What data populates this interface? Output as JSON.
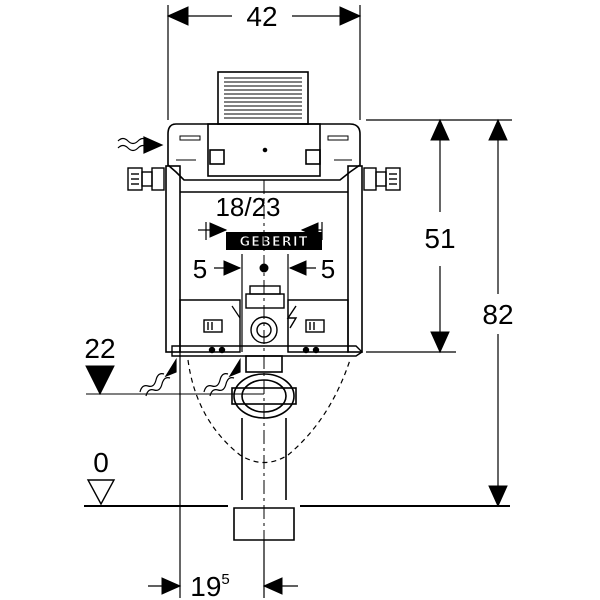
{
  "diagram": {
    "brand": "GEBERIT",
    "dimensions": {
      "width_top": "42",
      "fixture_spacing": "18/23",
      "offset_left": "5",
      "offset_right": "5",
      "frame_height": "51",
      "total_height": "82",
      "inlet_level": "22",
      "floor_level": "0",
      "outlet_offset_main": "19",
      "outlet_offset_sup": "5"
    }
  }
}
